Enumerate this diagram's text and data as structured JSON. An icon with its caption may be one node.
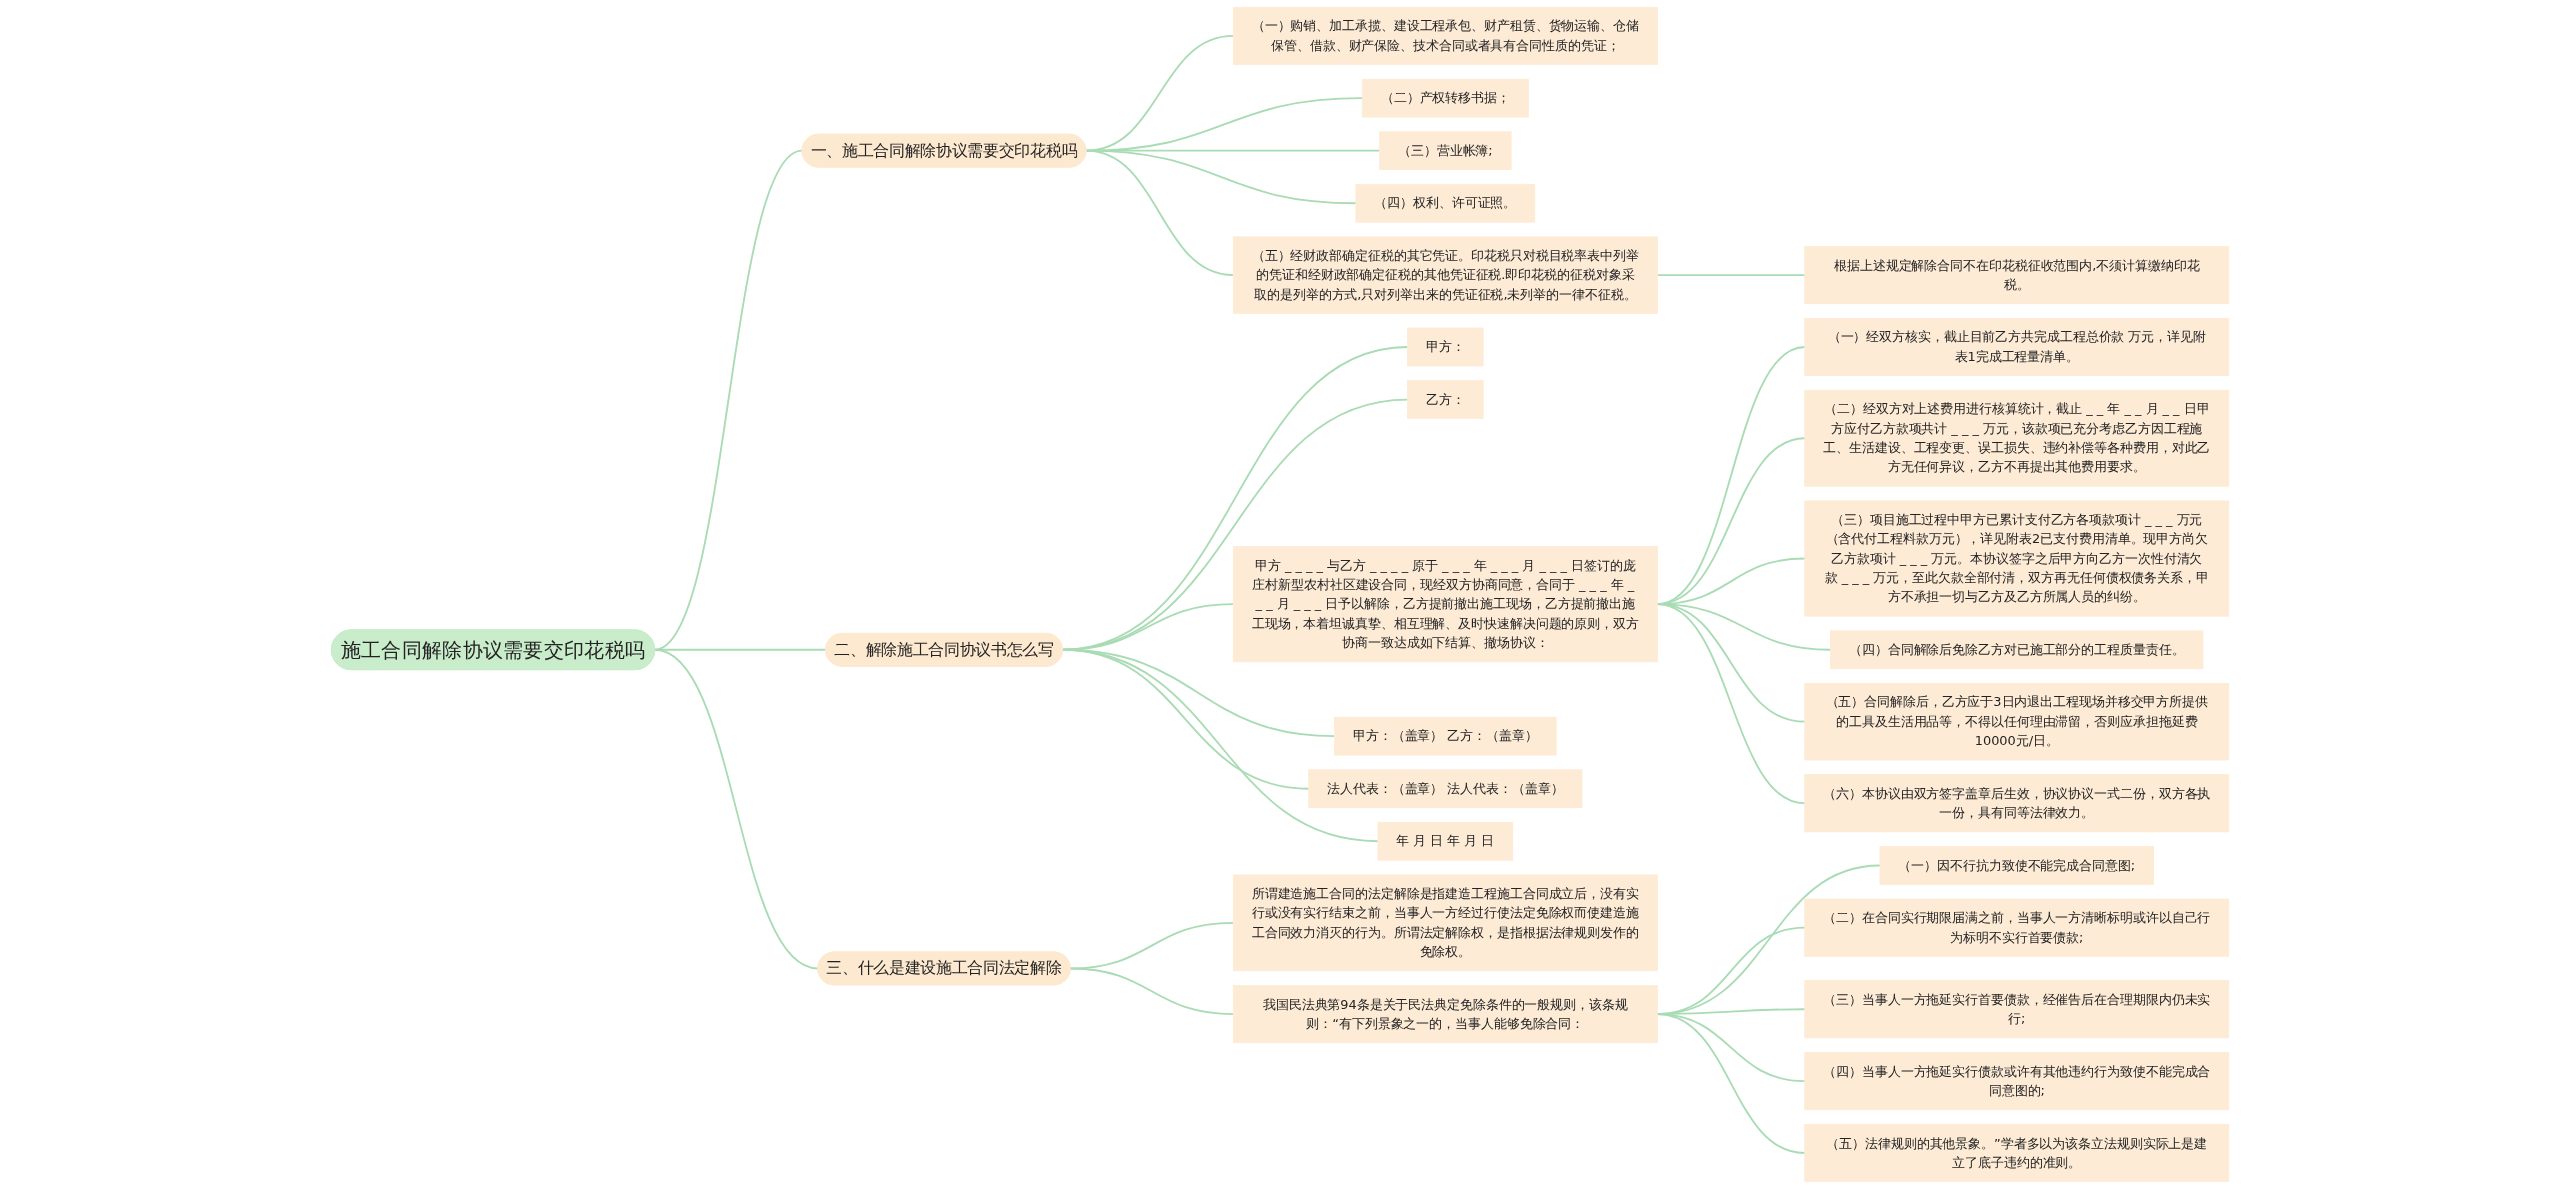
{
  "diagram": {
    "nodes": [
      {
        "text": [
          "施工合同解除协议需要交印花税吗"
        ]
      },
      {
        "text": [
          "一、施工合同解除协议需要交印花税吗"
        ]
      },
      {
        "text": [
          "（一）购销、加工承揽、建设工程承包、财产租赁、货物运输、仓储保管、借款、财产保险、技术合同或者具有合同性质的凭证；"
        ]
      },
      {
        "text": [
          "（二）产权转移书据；"
        ]
      },
      {
        "text": [
          "（三）营业帐簿;"
        ]
      },
      {
        "text": [
          "（四）权利、许可证照。"
        ]
      },
      {
        "text": [
          "（五）经财政部确定征税的其它凭证。印花税只对税目税率表中列举的凭证和经财政部确定征税的其他凭证征税.即印花税的征税对象采取的是列举的方式,只对列举出来的凭证征税,未列举的一律不征税。"
        ]
      },
      {
        "text": [
          "根据上述规定解除合同不在印花税征收范围内,不须计算缴纳印花税。"
        ]
      },
      {
        "text": [
          "二、解除施工合同协议书怎么写"
        ]
      },
      {
        "text": [
          "甲方："
        ]
      },
      {
        "text": [
          "乙方："
        ]
      },
      {
        "text": [
          "甲方 _ _ _ _ 与乙方 _ _ _ _ 原于 _ _ _ 年 _ _ _ 月 _ _ _ 日签订的庞庄村新型农村社区建设合同，现经双方协商同意，合同于 _ _ _ 年 _ _ _ 月 _ _ _ 日予以解除，乙方提前撤出施工现场，乙方提前撤出施工现场，本着坦诚真挚、相互理解、及时快速解决问题的原则，双方协商一致达成如下结算、撤场协议："
        ]
      },
      {
        "text": [
          "甲方：（盖章） 乙方：（盖章）"
        ]
      },
      {
        "text": [
          "法人代表：（盖章） 法人代表：（盖章）"
        ]
      },
      {
        "text": [
          "年 月 日 年 月 日"
        ]
      },
      {
        "text": [
          "（一）经双方核实，截止目前乙方共完成工程总价款 万元，详见附表1完成工程量清单。"
        ]
      },
      {
        "text": [
          "（二）经双方对上述费用进行核算统计，截止 _ _ 年 _ _ 月 _ _ 日甲方应付乙方款项共计 _ _ _ 万元，该款项已充分考虑乙方因工程施工、生活建设、工程变更、误工损失、违约补偿等各种费用，对此乙方无任何异议，乙方不再提出其他费用要求。"
        ]
      },
      {
        "text": [
          "（三）项目施工过程中甲方已累计支付乙方各项款项计 _ _ _ 万元（含代付工程料款万元），详见附表2已支付费用清单。现甲方尚欠乙方款项计 _ _ _ 万元。本协议签字之后甲方向乙方一次性付清欠款 _ _ _ 万元，至此欠款全部付清，双方再无任何债权债务关系，甲方不承担一切与乙方及乙方所属人员的纠纷。"
        ]
      },
      {
        "text": [
          "（四）合同解除后免除乙方对已施工部分的工程质量责任。"
        ]
      },
      {
        "text": [
          "（五）合同解除后，乙方应于3日内退出工程现场并移交甲方所提供的工具及生活用品等，不得以任何理由滞留，否则应承担拖延费10000元/日。"
        ]
      },
      {
        "text": [
          "（六）本协议由双方签字盖章后生效，协议协议一式二份，双方各执一份，具有同等法律效力。"
        ]
      },
      {
        "text": [
          "三、什么是建设施工合同法定解除"
        ]
      },
      {
        "text": [
          "所谓建造施工合同的法定解除是指建造工程施工合同成立后，没有实行或没有实行结束之前，当事人一方经过行使法定免除权而使建造施工合同效力消灭的行为。所谓法定解除权，是指根据法律规则发作的免除权。"
        ]
      },
      {
        "text": [
          "我国民法典第94条是关于民法典定免除条件的一般规则，该条规则：“有下列景象之一的，当事人能够免除合同："
        ]
      },
      {
        "text": [
          "（一）因不行抗力致使不能完成合同意图;"
        ]
      },
      {
        "text": [
          "（二）在合同实行期限届满之前，当事人一方清晰标明或许以自己行为标明不实行首要债款;"
        ]
      },
      {
        "text": [
          "（三）当事人一方拖延实行首要债款，经催告后在合理期限内仍未实行;"
        ]
      },
      {
        "text": [
          "（四）当事人一方拖延实行债款或许有其他违约行为致使不能完成合同意图的;"
        ]
      },
      {
        "text": [
          "（五）法律规则的其他景象。”学者多以为该条立法规则实际上是建立了底子违约的准则。"
        ]
      }
    ],
    "edges": [
      {
        "from": 0,
        "to": 1,
        "arrow": "none"
      },
      {
        "from": 1,
        "to": 2,
        "arrow": "none"
      },
      {
        "from": 1,
        "to": 3,
        "arrow": "none"
      },
      {
        "from": 1,
        "to": 4,
        "arrow": "none"
      },
      {
        "from": 1,
        "to": 5,
        "arrow": "none"
      },
      {
        "from": 1,
        "to": 6,
        "arrow": "none"
      },
      {
        "from": 6,
        "to": 7,
        "arrow": "none"
      },
      {
        "from": 0,
        "to": 8,
        "arrow": "none"
      },
      {
        "from": 8,
        "to": 9,
        "arrow": "none"
      },
      {
        "from": 8,
        "to": 10,
        "arrow": "none"
      },
      {
        "from": 8,
        "to": 11,
        "arrow": "none"
      },
      {
        "from": 8,
        "to": 12,
        "arrow": "none"
      },
      {
        "from": 8,
        "to": 13,
        "arrow": "none"
      },
      {
        "from": 8,
        "to": 14,
        "arrow": "none"
      },
      {
        "from": 11,
        "to": 15,
        "arrow": "none"
      },
      {
        "from": 11,
        "to": 16,
        "arrow": "none"
      },
      {
        "from": 11,
        "to": 17,
        "arrow": "none"
      },
      {
        "from": 11,
        "to": 18,
        "arrow": "none"
      },
      {
        "from": 11,
        "to": 19,
        "arrow": "none"
      },
      {
        "from": 11,
        "to": 20,
        "arrow": "none"
      },
      {
        "from": 0,
        "to": 21,
        "arrow": "none"
      },
      {
        "from": 21,
        "to": 22,
        "arrow": "none"
      },
      {
        "from": 21,
        "to": 23,
        "arrow": "none"
      },
      {
        "from": 23,
        "to": 24,
        "arrow": "none"
      },
      {
        "from": 23,
        "to": 25,
        "arrow": "none"
      },
      {
        "from": 23,
        "to": 26,
        "arrow": "none"
      },
      {
        "from": 23,
        "to": 27,
        "arrow": "none"
      },
      {
        "from": 23,
        "to": 28,
        "arrow": "none"
      }
    ]
  }
}
